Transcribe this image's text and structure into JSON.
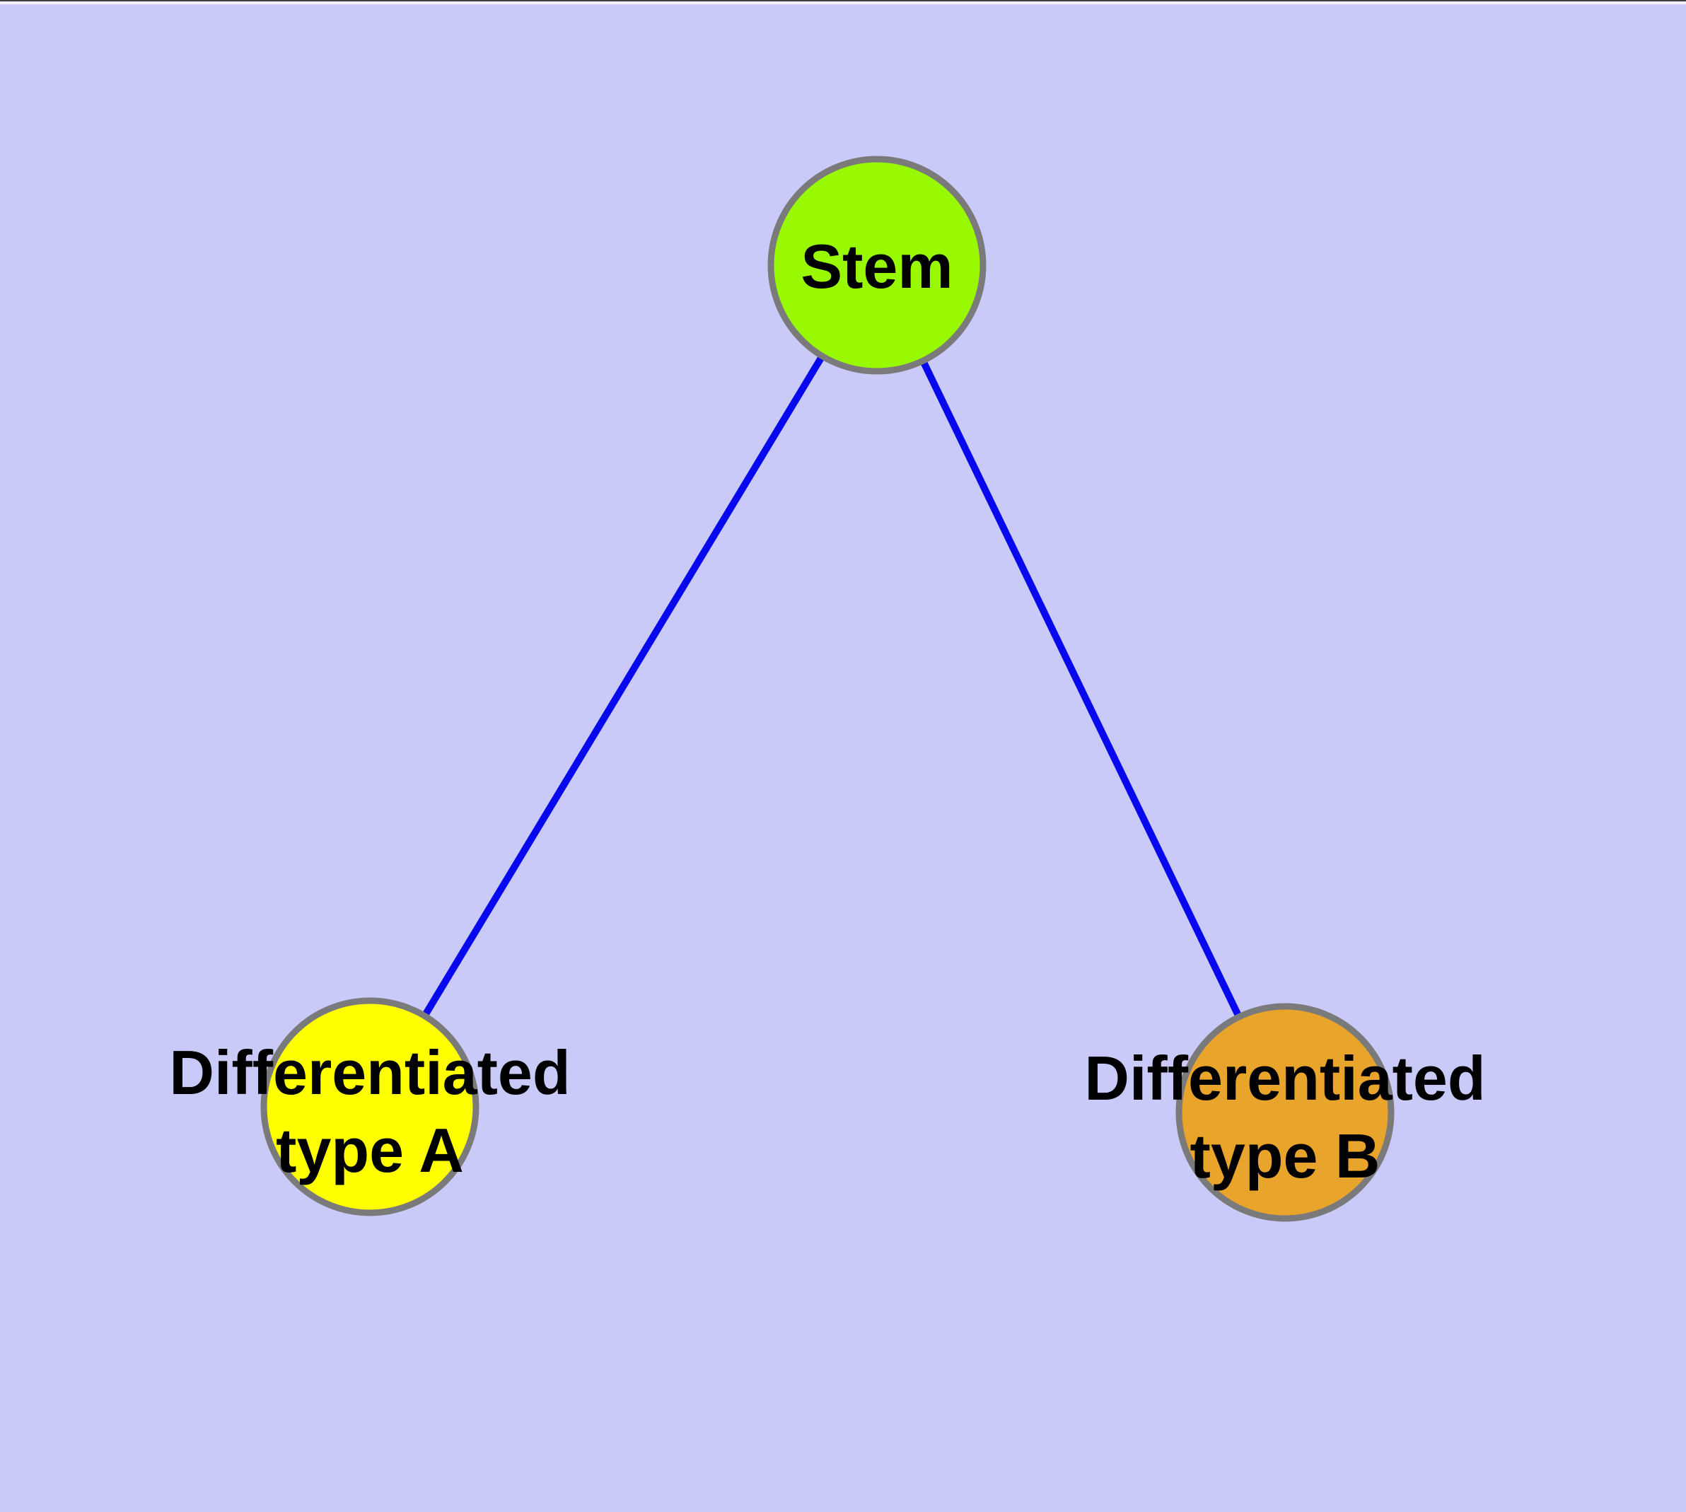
{
  "diagram": {
    "type": "node-edge-graph",
    "colors": {
      "background": "#cacaf8",
      "edge": "#0808ee",
      "node_border": "#7a7a7a",
      "label": "#000000",
      "window_edge_dark": "#3f3f3f",
      "window_edge_light": "#f0effb"
    },
    "nodes": [
      {
        "id": "stem",
        "label": "Stem",
        "fill": "#98f903"
      },
      {
        "id": "type-a",
        "label": "Differentiated type A",
        "label_line1": "Differentiated",
        "label_line2": "type A",
        "fill": "#ffff00"
      },
      {
        "id": "type-b",
        "label": "Differentiated type B",
        "label_line1": "Differentiated",
        "label_line2": "type B",
        "fill": "#e9a42c"
      }
    ],
    "edges": [
      {
        "from": "stem",
        "to": "type-a"
      },
      {
        "from": "stem",
        "to": "type-b"
      }
    ]
  }
}
